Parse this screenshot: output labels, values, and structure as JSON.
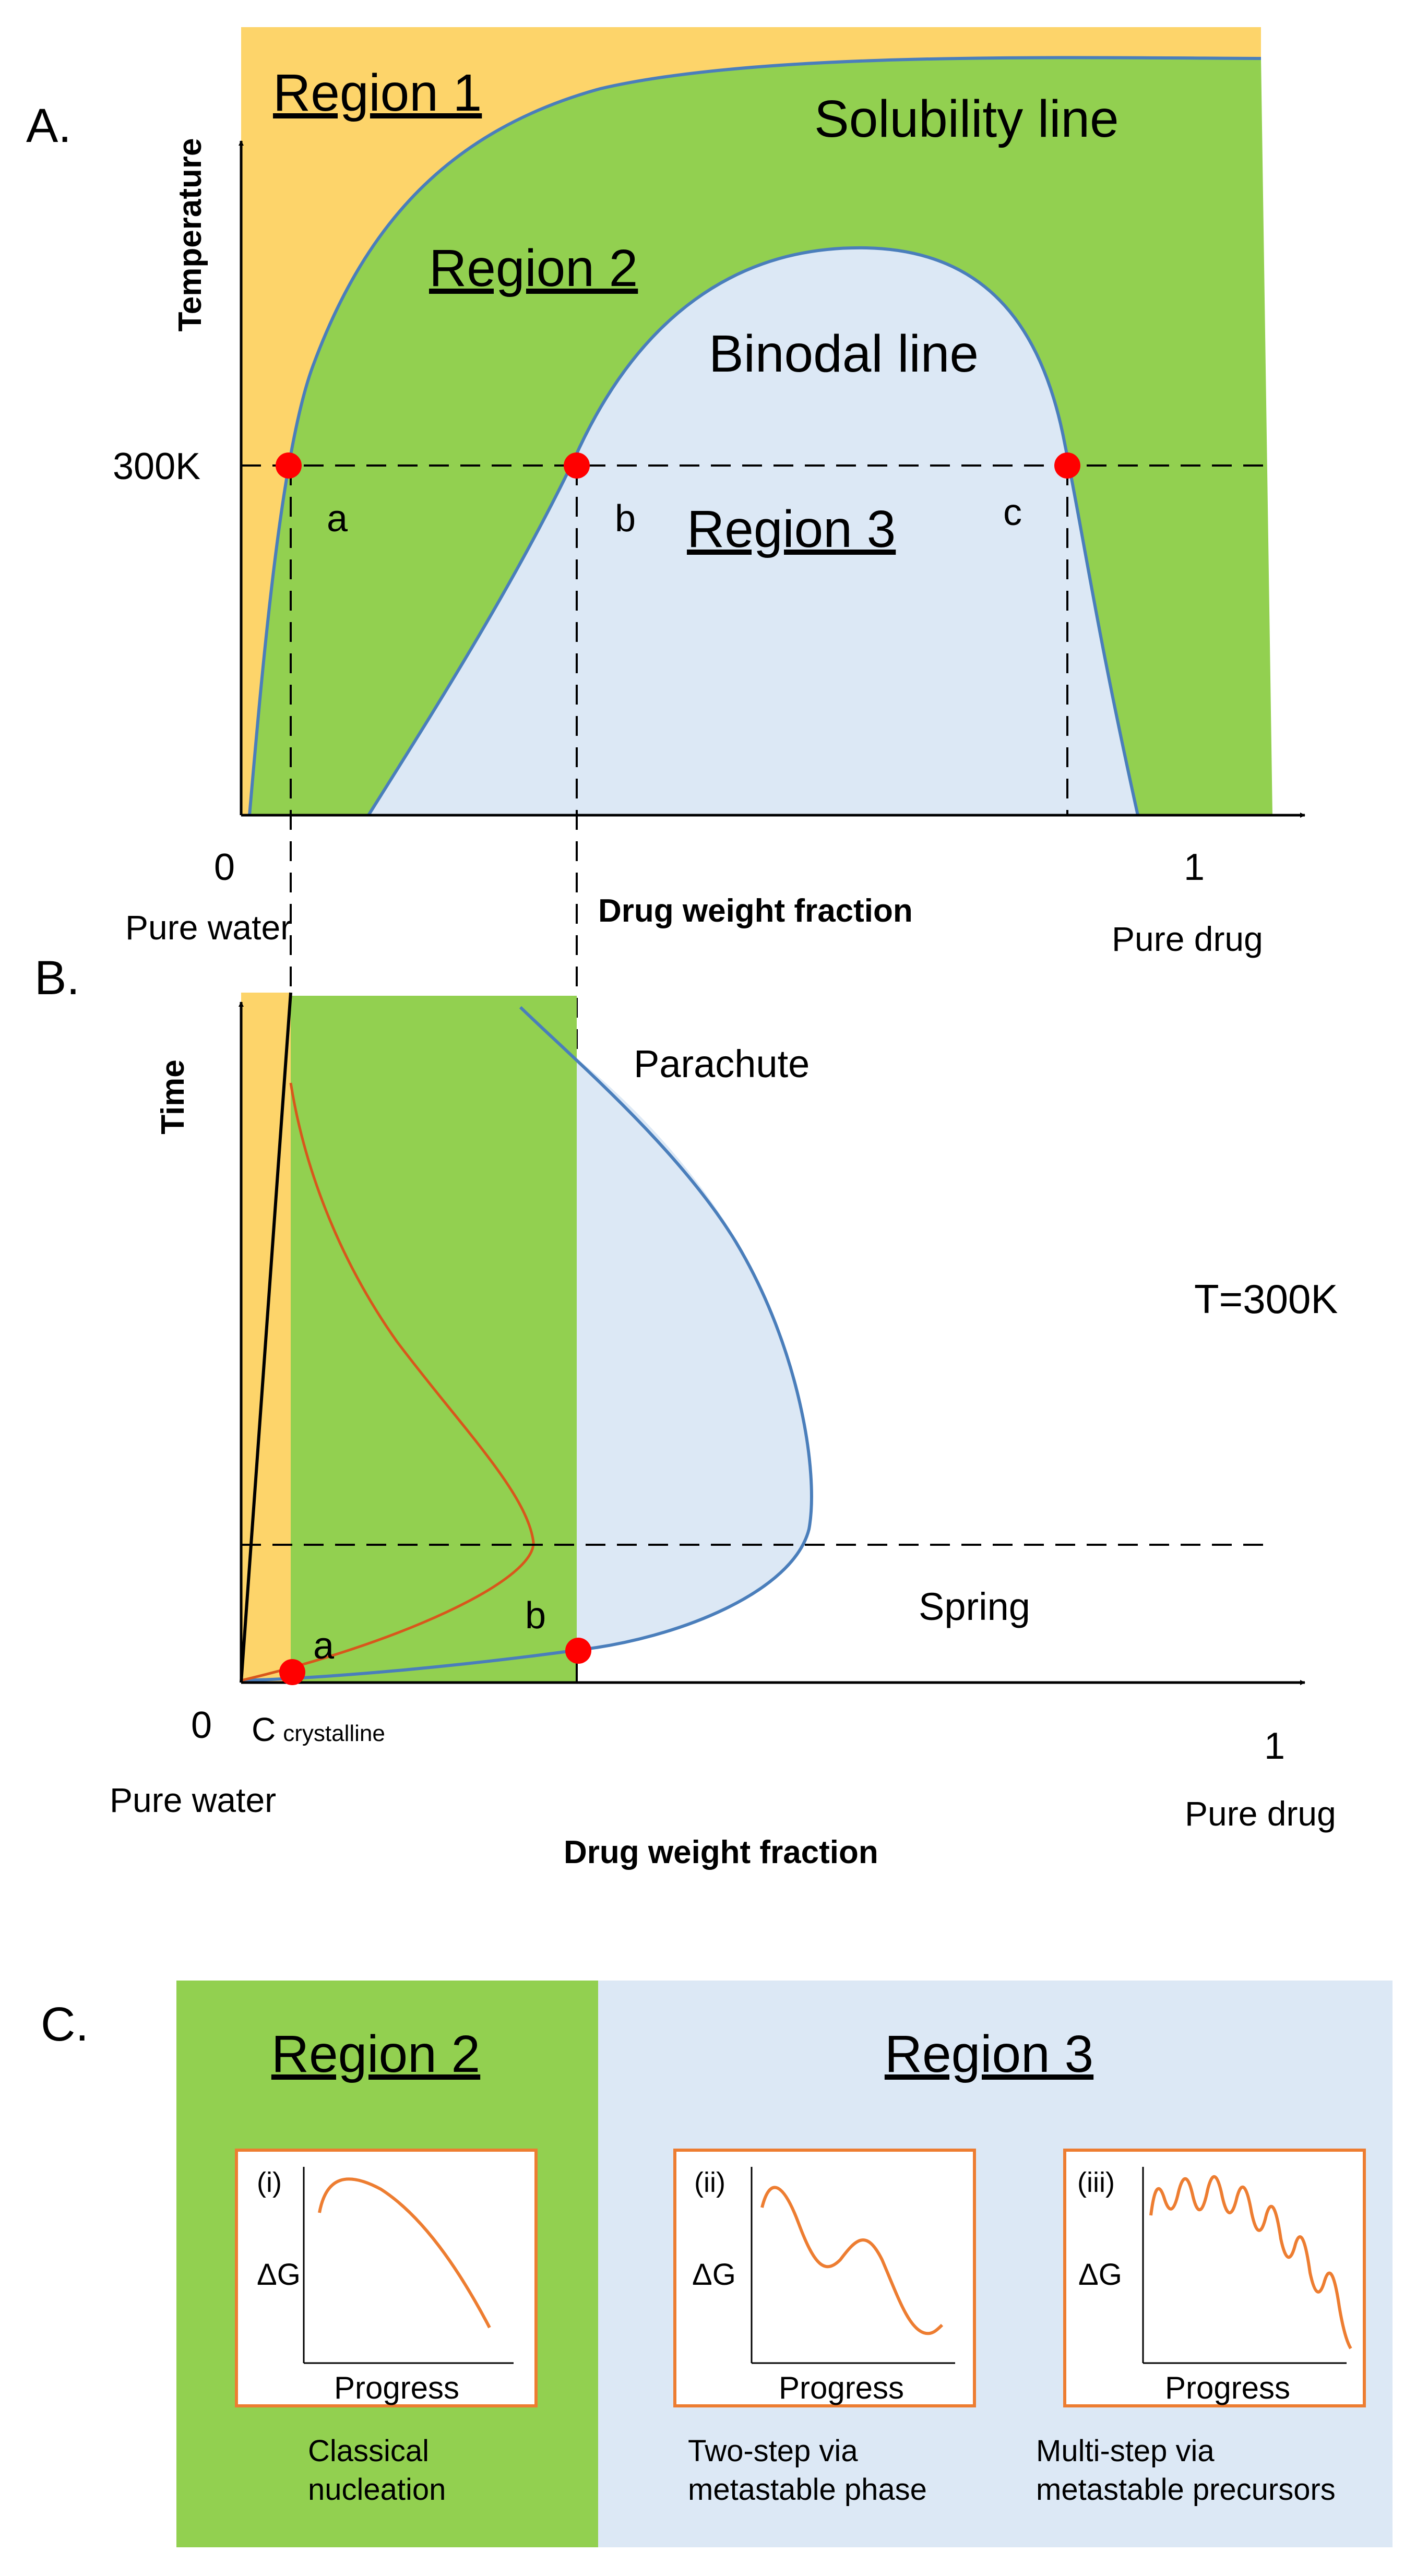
{
  "panel_a": {
    "letter": "A.",
    "region1": "Region 1",
    "region2": "Region 2",
    "region3": "Region 3",
    "solubility_line": "Solubility line",
    "binodal_line": "Binodal line",
    "y_axis": "Temperature",
    "temp_tick": "300K",
    "point_a": "a",
    "point_b": "b",
    "point_c": "c",
    "x_zero": "0",
    "x_one": "1",
    "x_axis": "Drug weight fraction",
    "left_end": "Pure water",
    "right_end": "Pure drug"
  },
  "panel_b": {
    "letter": "B.",
    "y_axis": "Time",
    "parachute": "Parachute",
    "spring": "Spring",
    "temperature": "T=300K",
    "point_a": "a",
    "point_b": "b",
    "x_zero": "0",
    "c_main": "C",
    "c_sub": "crystalline",
    "x_one": "1",
    "left_end": "Pure water",
    "right_end": "Pure drug",
    "x_axis": "Drug weight fraction"
  },
  "panel_c": {
    "letter": "C.",
    "region2": "Region 2",
    "region3": "Region 3",
    "profiles": [
      {
        "tag": "(i)",
        "y_label": "ΔG",
        "x_label": "Progress",
        "caption_1": "Classical",
        "caption_2": "nucleation"
      },
      {
        "tag": "(ii)",
        "y_label": "ΔG",
        "x_label": "Progress",
        "caption_1": "Two-step via",
        "caption_2": "metastable phase"
      },
      {
        "tag": "(iii)",
        "y_label": "ΔG",
        "x_label": "Progress",
        "caption_1": "Multi-step via",
        "caption_2": "metastable precursors"
      }
    ]
  },
  "colors": {
    "region1": "#FDD46A",
    "region2": "#92D050",
    "region3": "#DCE8F5",
    "curve_line": "#4A7EBB",
    "profile_line": "#ED7D31",
    "marker": "#FF0000"
  }
}
